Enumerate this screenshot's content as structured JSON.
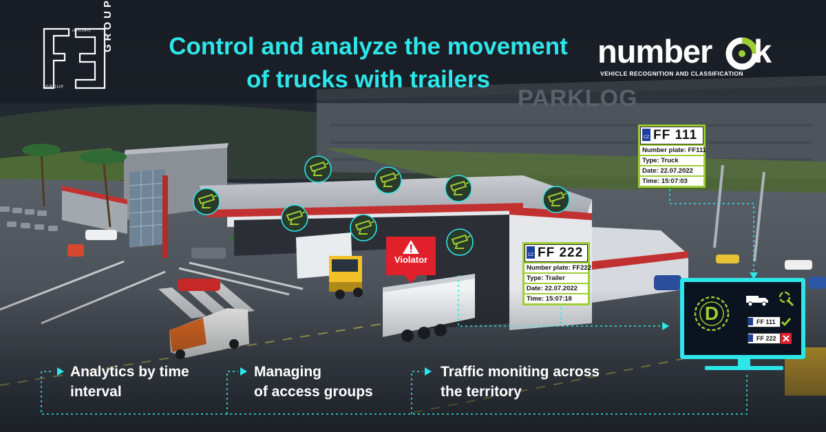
{
  "headline": {
    "line1": "Control and analyze the movement",
    "line2": "of trucks with trailers"
  },
  "logo_left": {
    "letters": "FE",
    "vertical_text": "GROUP",
    "small_text_top": "GROUP",
    "small_text_bottom": "GROUP"
  },
  "brand": {
    "name_part": "number",
    "name_suffix": "k",
    "tagline": "VEHICLE RECOGNITION AND CLASSIFICATION"
  },
  "building_sign": "PARKLOG",
  "cards": [
    {
      "country": "CZ",
      "plate": "FF 111",
      "number_label": "Number plate: FF111",
      "type_label": "Type: Truck",
      "date_label": "Date: 22.07.2022",
      "time_label": "Time: 15:07:03"
    },
    {
      "country": "CZ",
      "plate": "FF 222",
      "number_label": "Number plate: FF222",
      "type_label": "Type: Trailer",
      "date_label": "Date: 22.07.2022",
      "time_label": "Time: 15:07:18"
    }
  ],
  "violator": {
    "label": "Violator"
  },
  "monitor": {
    "app_letter": "D",
    "plate_ok": "FF 111",
    "plate_bad": "FF 222",
    "status_ok": "check-icon",
    "status_bad": "x-icon"
  },
  "features": [
    {
      "line1": "Analytics by time",
      "line2": "interval"
    },
    {
      "line1": "Managing",
      "line2": "of access groups"
    },
    {
      "line1": "Traffic moniting across",
      "line2": "the territory"
    }
  ],
  "colors": {
    "accent_cyan": "#2ce6ea",
    "card_green": "#9ccd32",
    "violator_red": "#e0202a",
    "brand_ok_green": "#9ccd32"
  },
  "icons": [
    "camera-icon",
    "warning-icon",
    "truck-icon",
    "search-icon",
    "check-icon",
    "x-icon",
    "chevron-right-icon"
  ]
}
